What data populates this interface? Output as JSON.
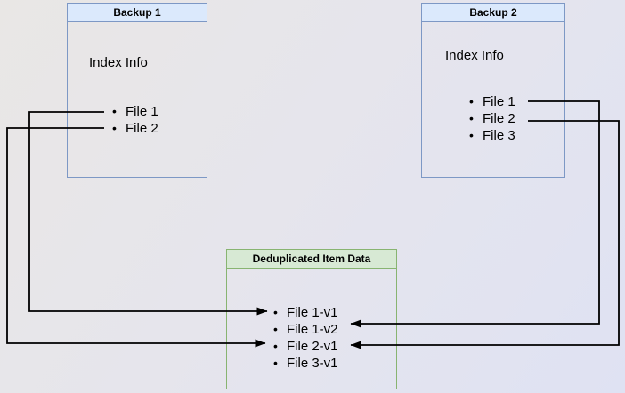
{
  "boxes": {
    "backup1": {
      "title": "Backup 1",
      "label": "Index Info",
      "items": [
        "File 1",
        "File 2"
      ]
    },
    "backup2": {
      "title": "Backup 2",
      "label": "Index Info",
      "items": [
        "File 1",
        "File 2",
        "File 3"
      ]
    },
    "dedup": {
      "title": "Deduplicated Item Data",
      "items": [
        "File 1-v1",
        "File 1-v2",
        "File 2-v1",
        "File 3-v1"
      ]
    }
  },
  "connections": [
    {
      "from": "Backup 1 / File 1",
      "to": "File 1-v1"
    },
    {
      "from": "Backup 1 / File 2",
      "to": "File 2-v1"
    },
    {
      "from": "Backup 2 / File 1",
      "to": "File 1-v2"
    },
    {
      "from": "Backup 2 / File 2",
      "to": "File 2-v1"
    }
  ],
  "colors": {
    "backup_header_fill": "#dbe9fc",
    "backup_border": "#7d98c5",
    "dedup_header_fill": "#d7e9d4",
    "dedup_border": "#88b471",
    "arrow": "#000000",
    "background_top_left": "#e9e7e5",
    "background_bottom_right": "#dfe2f3"
  }
}
